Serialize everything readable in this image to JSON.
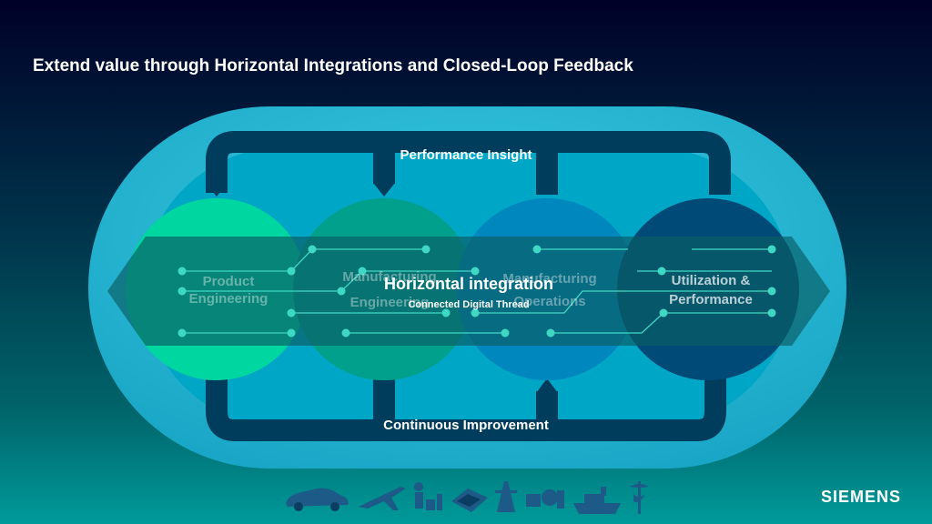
{
  "title": "Extend value through Horizontal Integrations and Closed-Loop Feedback",
  "feedback_loops": {
    "top": "Performance Insight",
    "bottom": "Continuous Improvement"
  },
  "stages": [
    {
      "line1": "Product",
      "line2": "Engineering",
      "color": "#00d7a0"
    },
    {
      "line1": "Manufacturing",
      "line2": "Engineering",
      "color": "#00a08c"
    },
    {
      "line1": "Manufacturing",
      "line2": "Operations",
      "color": "#0087be"
    },
    {
      "line1": "Utilization  &",
      "line2": "Performance",
      "color": "#004a78"
    }
  ],
  "integration": {
    "title": "Horizontal integration",
    "subtitle": "Connected Digital  Thread"
  },
  "colors": {
    "outer_ring": "#2eb8d4",
    "inner_field": "#009fbf",
    "loop_band": "#003c5c",
    "integration_band": "#0a6a6e"
  },
  "industries": [
    "car-icon",
    "airplane-icon",
    "consumer-goods-icon",
    "electronics-icon",
    "energy-tower-icon",
    "machinery-icon",
    "ship-icon",
    "medical-caduceus-icon"
  ],
  "brand": "SIEMENS"
}
